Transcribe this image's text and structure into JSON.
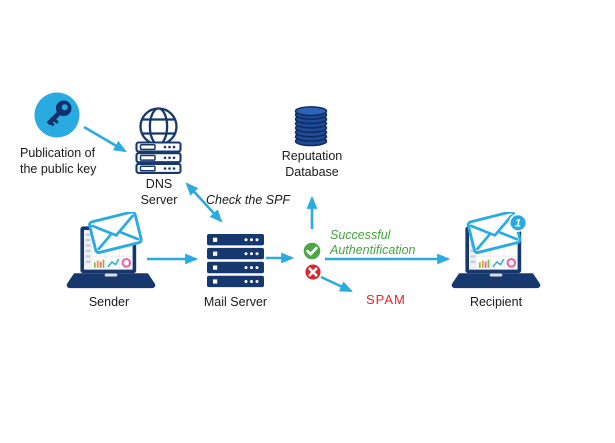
{
  "diagram": {
    "background": "#ffffff",
    "colors": {
      "arrow_cyan": "#29ABE2",
      "icon_navy": "#16386E",
      "key_circle_cyan": "#29ABE2",
      "database_fill": "#1E4C9A",
      "check_badge_green": "#4CA644",
      "success_text_green": "#44A340",
      "error_badge_red": "#D7282F",
      "spam_text_red": "#EC2227",
      "label_black": "#1A1A1A"
    },
    "nodes": {
      "publication": {
        "line1": "Publication of",
        "line2": "the public key",
        "icon": "key-icon"
      },
      "dns_server": {
        "line1": "DNS",
        "line2": "Server",
        "icon": "globe-server-icon"
      },
      "reputation_database": {
        "line1": "Reputation",
        "line2": "Database",
        "icon": "database-icon"
      },
      "sender": {
        "label": "Sender",
        "icon": "laptop-mail-icon"
      },
      "mail_server": {
        "label": "Mail Server",
        "icon": "server-stack-icon"
      },
      "recipient": {
        "label": "Recipient",
        "icon": "laptop-mail-badge-icon",
        "badge_count": "1"
      }
    },
    "edge_labels": {
      "check_spf": "Check the SPF",
      "success_line1": "Successful",
      "success_line2": "Authentification",
      "spam": "SPAM"
    }
  }
}
